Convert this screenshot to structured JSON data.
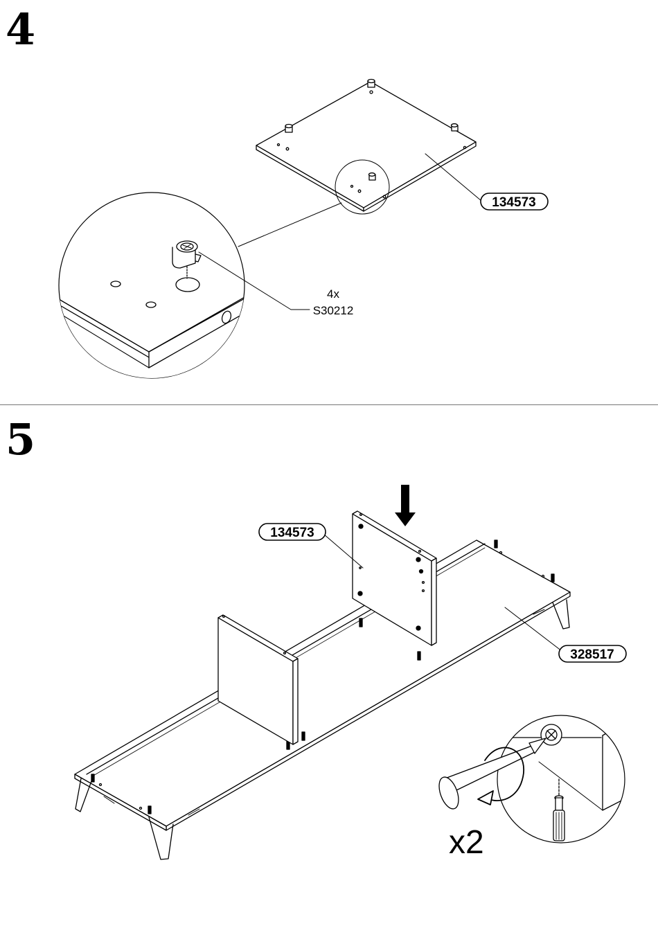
{
  "step4": {
    "number": "4",
    "part_label": "134573",
    "hardware_qty": "4x",
    "hardware_code": "S30212"
  },
  "step5": {
    "number": "5",
    "part_label_panel": "134573",
    "part_label_base": "328517",
    "multiplier": "x2"
  }
}
